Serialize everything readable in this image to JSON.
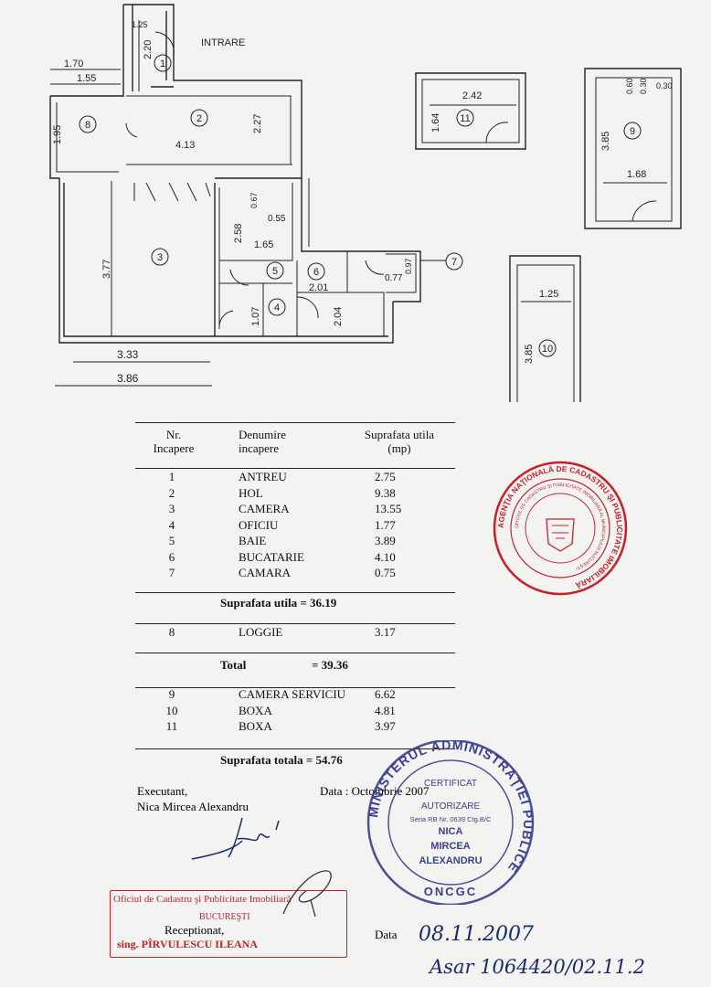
{
  "plan": {
    "entrance_label": "INTRARE",
    "dims": {
      "d125": "1.25",
      "d220": "2.20",
      "d170": "1.70",
      "d155": "1.55",
      "d195": "1.95",
      "d413": "4.13",
      "d227": "2.27",
      "d377": "3.77",
      "d258": "2.58",
      "d067": "0.67",
      "d055": "0.55",
      "d165": "1.65",
      "d201": "2.01",
      "d077": "0.77",
      "d097": "0.97",
      "d107": "1.07",
      "d204": "2.04",
      "d333": "3.33",
      "d386": "3.86",
      "d242": "2.42",
      "d164": "1.64",
      "d060": "0.60",
      "d030a": "0.30",
      "d030b": "0.30",
      "d385a": "3.85",
      "d168": "1.68",
      "d125b": "1.25",
      "d385b": "3.85"
    },
    "rooms": [
      "1",
      "2",
      "3",
      "4",
      "5",
      "6",
      "7",
      "8",
      "9",
      "10",
      "11"
    ]
  },
  "table": {
    "headers": {
      "nr": "Nr.\nIncapere",
      "name": "Denumire\nincapere",
      "area": "Suprafata utila\n(mp)"
    },
    "rows_a": [
      {
        "nr": "1",
        "name": "ANTREU",
        "area": "2.75"
      },
      {
        "nr": "2",
        "name": "HOL",
        "area": "9.38"
      },
      {
        "nr": "3",
        "name": "CAMERA",
        "area": "13.55"
      },
      {
        "nr": "4",
        "name": "OFICIU",
        "area": "1.77"
      },
      {
        "nr": "5",
        "name": "BAIE",
        "area": "3.89"
      },
      {
        "nr": "6",
        "name": "BUCATARIE",
        "area": "4.10"
      },
      {
        "nr": "7",
        "name": "CAMARA",
        "area": "0.75"
      }
    ],
    "suprafata_utila": "Suprafata utila  = 36.19",
    "row_loggie": {
      "nr": "8",
      "name": "LOGGIE",
      "area": "3.17"
    },
    "total_label": "Total",
    "total_value": "= 39.36",
    "rows_b": [
      {
        "nr": "9",
        "name": "CAMERA SERVICIU",
        "area": "6.62"
      },
      {
        "nr": "10",
        "name": "BOXA",
        "area": "4.81"
      },
      {
        "nr": "11",
        "name": "BOXA",
        "area": "3.97"
      }
    ],
    "suprafata_totala": "Suprafata totala  = 54.76"
  },
  "footer": {
    "executant": "Executant,",
    "executant_name": "Nica Mircea Alexandru",
    "data_label": "Data :  Octombrie   2007",
    "office": "Oficiul de Cadastru şi Publicitate Imobiliară",
    "office_city": "BUCUREŞTI",
    "receptionat": "Receptionat,",
    "receptionat_name": "sing. PÎRVULESCU ILEANA",
    "data2_label": "Data",
    "date_handwritten": "08.11.2007",
    "number_handwritten": "Asar 1064420/02.11.2"
  },
  "stamps": {
    "red": "AGENŢIA NAŢIONALĂ DE CADASTRU ŞI PUBLICITATE IMOBILIARĂ",
    "red_inner": "OFICIUL DE CADASTRU ŞI PUBLICITATE IMOBILIARĂ AL MUNICIPIULUI BUCUREŞTI",
    "blue_ring": "MINISTERUL ADMINISTRAŢIEI PUBLICE",
    "blue_bottom": "ONCGC",
    "blue_center": [
      "CERTIFICAT",
      "AUTORIZARE",
      "Seria RB Nr. 0639 Ctg.B/C",
      "NICA",
      "MIRCEA",
      "ALEXANDRU"
    ]
  },
  "colors": {
    "ink": "#222222",
    "red_stamp": "#c8202a",
    "blue_stamp": "#3b3f8f",
    "pen": "#1a2a6a"
  }
}
